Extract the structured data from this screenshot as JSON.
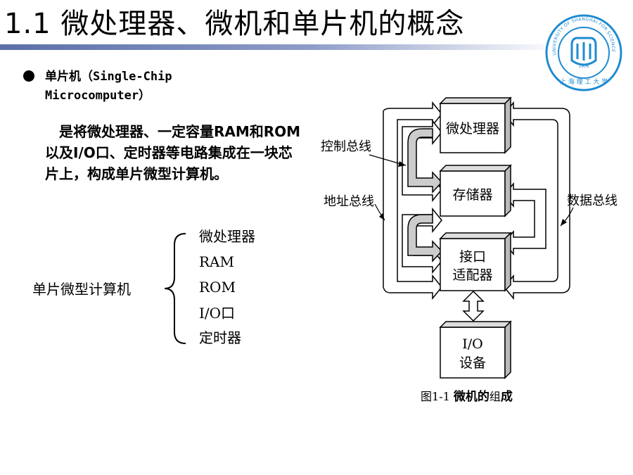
{
  "slide": {
    "title": "1.1 微处理器、微机和单片机的概念"
  },
  "logo": {
    "ring_text": "UNIVERSITY OF SHANGHAI FOR SCIENCE AND TECHNOLOGY",
    "bottom_text": "上 海 理 工 大 学",
    "year": "1906"
  },
  "content": {
    "bullet_line1": "单片机（Single-Chip",
    "bullet_line2": "Microcomputer）",
    "description": "是将微处理器、一定容量RAM和ROM以及I/O口、定时器等电路集成在一块芯片上，构成单片微型计算机。"
  },
  "composition": {
    "root": "单片微型计算机",
    "items": [
      "微处理器",
      "RAM",
      "ROM",
      "I/O口",
      "定时器"
    ]
  },
  "diagram": {
    "blocks": {
      "cpu": "微处理器",
      "memory": "存储器",
      "io_adapter_line1": "接口",
      "io_adapter_line2": "适配器",
      "io_device_line1": "I/O",
      "io_device_line2": "设备"
    },
    "labels": {
      "control_bus": "控制总线",
      "address_bus": "地址总线",
      "data_bus": "数据总线"
    },
    "caption_prefix": "图",
    "caption_number": "1-1",
    "caption_bold": "微机的",
    "caption_mid": "组",
    "caption_end": "成"
  }
}
